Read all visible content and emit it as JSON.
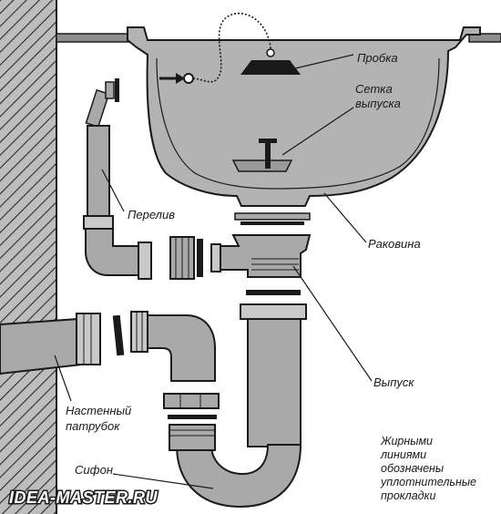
{
  "labels": {
    "probka": "Пробка",
    "setka_line1": "Сетка",
    "setka_line2": "выпуска",
    "pereliv": "Перелив",
    "rakovina": "Раковина",
    "vypusk": "Выпуск",
    "nastenny_line1": "Настенный",
    "nastenny_line2": "патрубок",
    "sifon": "Сифон",
    "note_lines": [
      "Жирными",
      "линиями",
      "обозначены",
      "уплотнительные",
      "прокладки"
    ]
  },
  "watermark": "IDEA-MASTER.RU",
  "colors": {
    "part_fill": "#a9a9a9",
    "outline": "#1a1a1a",
    "background": "#ffffff"
  }
}
